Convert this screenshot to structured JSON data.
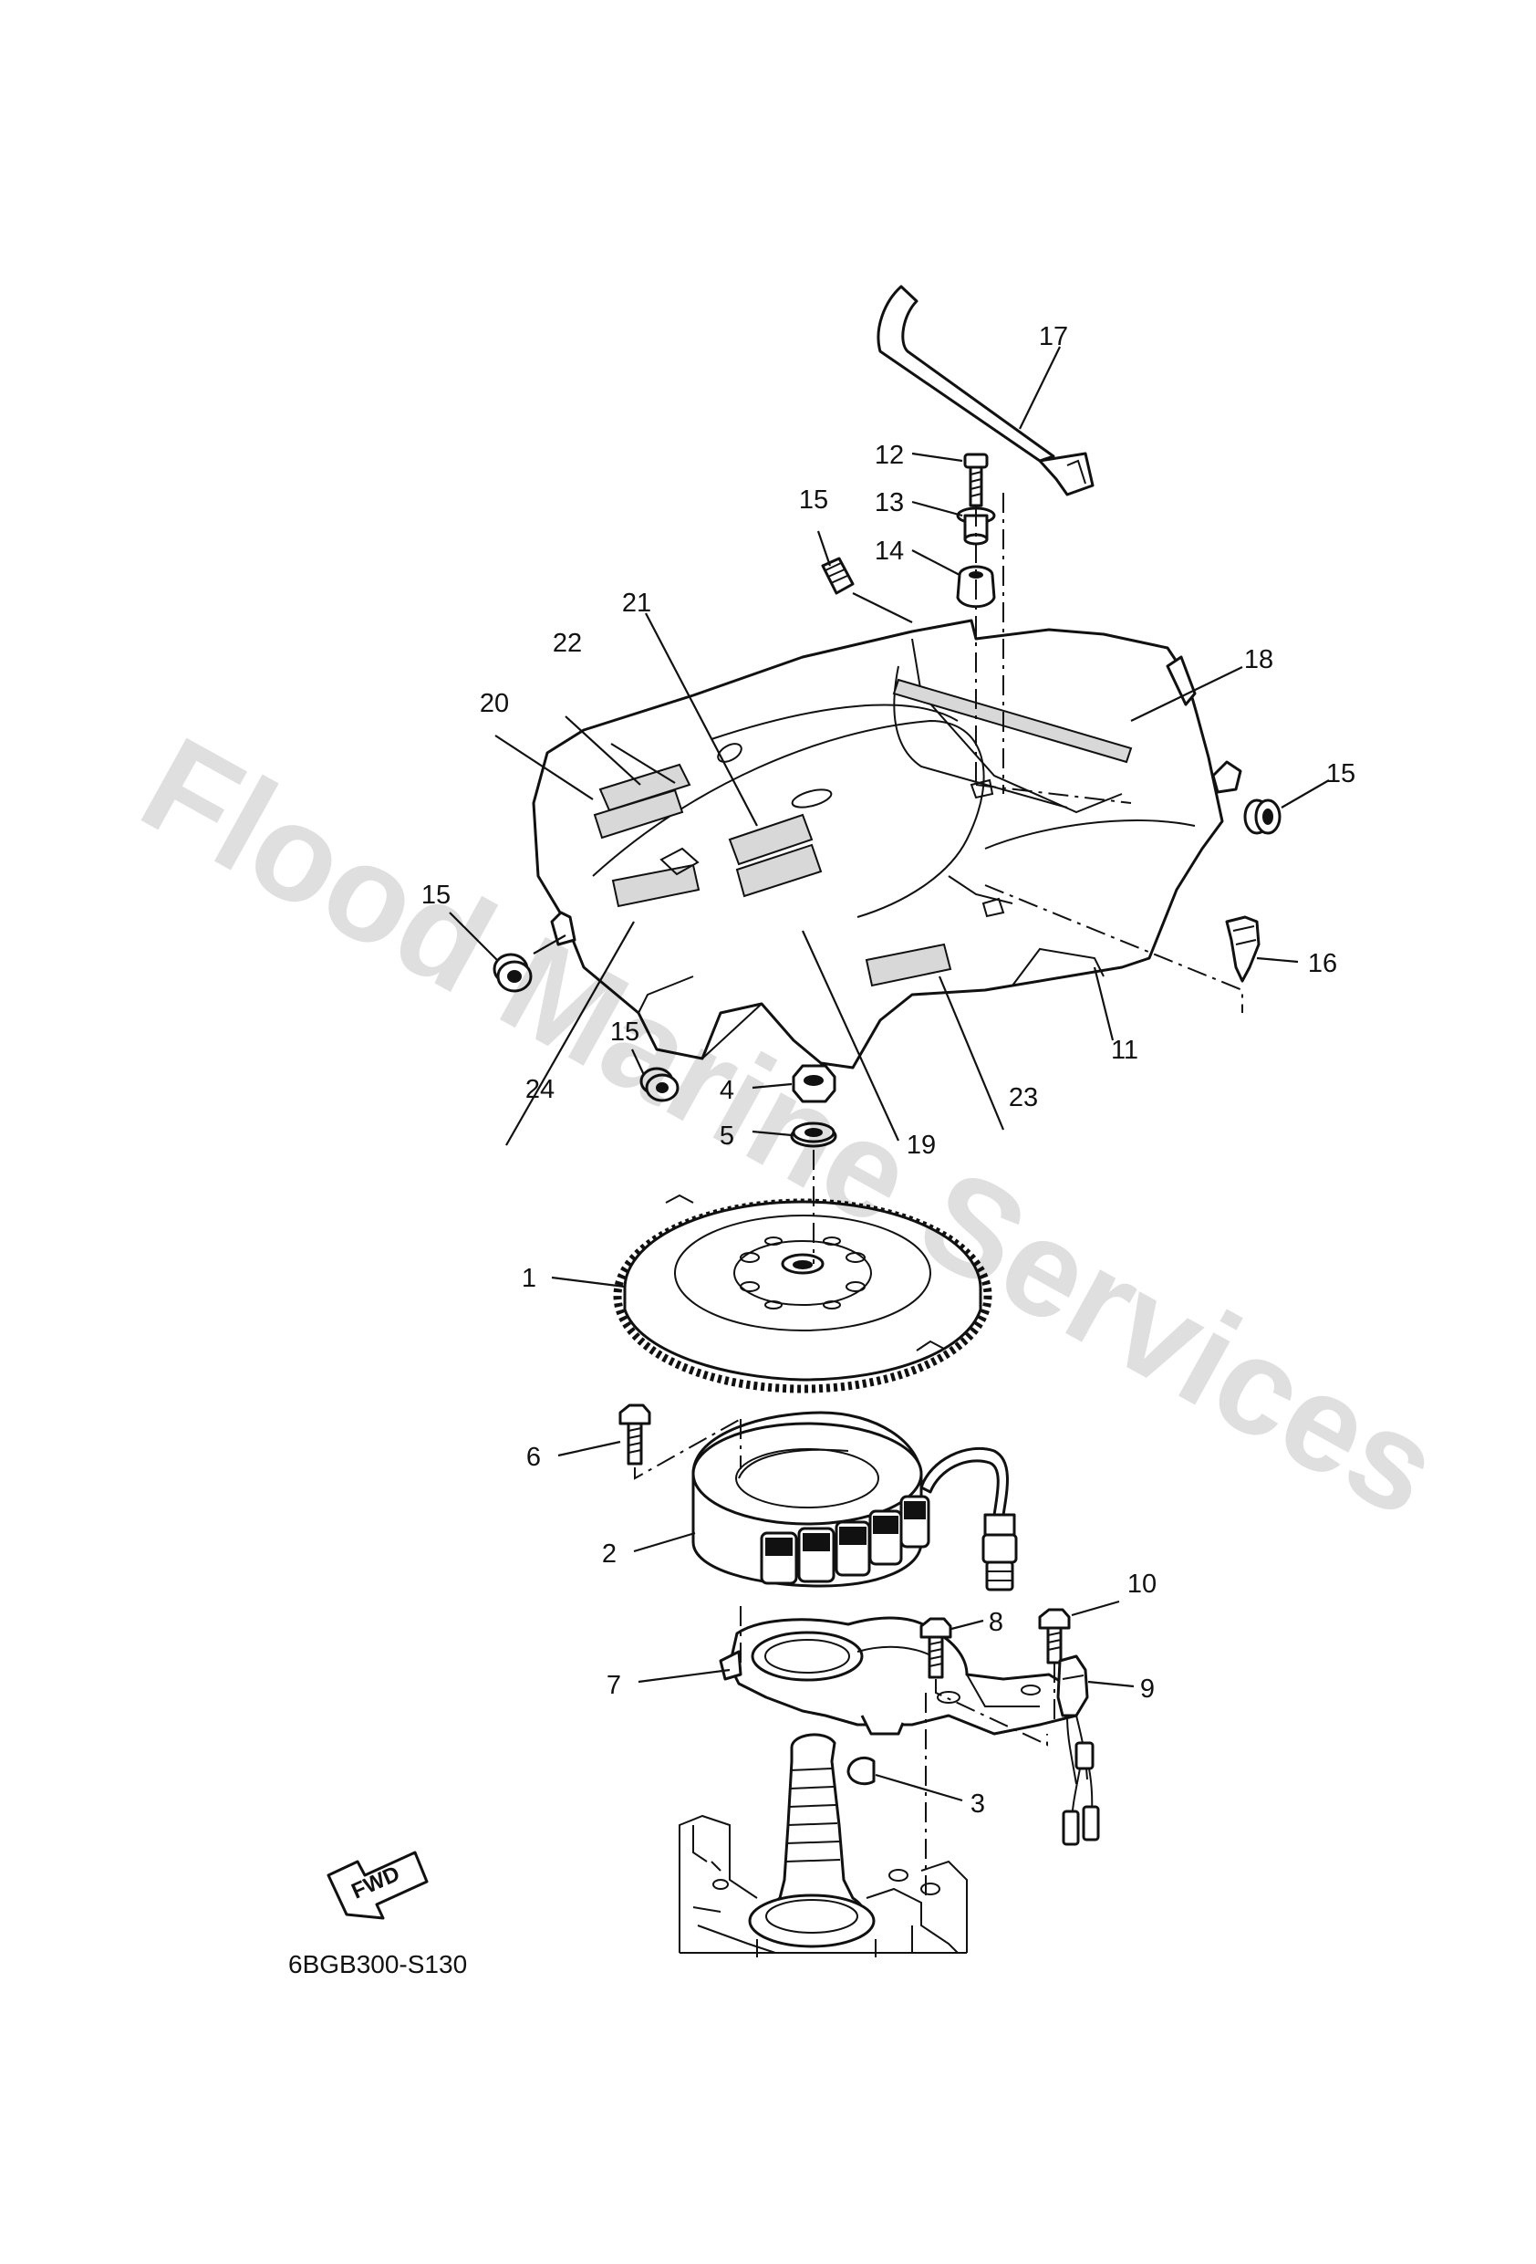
{
  "diagram": {
    "code": "6BGB300-S130",
    "direction_label": "FWD",
    "watermark": "Flood Marine Services",
    "callouts": [
      {
        "id": "c1",
        "label": "1"
      },
      {
        "id": "c2",
        "label": "2"
      },
      {
        "id": "c3",
        "label": "3"
      },
      {
        "id": "c4",
        "label": "4"
      },
      {
        "id": "c5",
        "label": "5"
      },
      {
        "id": "c6",
        "label": "6"
      },
      {
        "id": "c7",
        "label": "7"
      },
      {
        "id": "c8",
        "label": "8"
      },
      {
        "id": "c9",
        "label": "9"
      },
      {
        "id": "c10",
        "label": "10"
      },
      {
        "id": "c11",
        "label": "11"
      },
      {
        "id": "c12",
        "label": "12"
      },
      {
        "id": "c13",
        "label": "13"
      },
      {
        "id": "c14",
        "label": "14"
      },
      {
        "id": "c15a",
        "label": "15"
      },
      {
        "id": "c15b",
        "label": "15"
      },
      {
        "id": "c15c",
        "label": "15"
      },
      {
        "id": "c15d",
        "label": "15"
      },
      {
        "id": "c16",
        "label": "16"
      },
      {
        "id": "c17",
        "label": "17"
      },
      {
        "id": "c18",
        "label": "18"
      },
      {
        "id": "c19",
        "label": "19"
      },
      {
        "id": "c20",
        "label": "20"
      },
      {
        "id": "c21",
        "label": "21"
      },
      {
        "id": "c22",
        "label": "22"
      },
      {
        "id": "c23",
        "label": "23"
      },
      {
        "id": "c24",
        "label": "24"
      }
    ]
  }
}
